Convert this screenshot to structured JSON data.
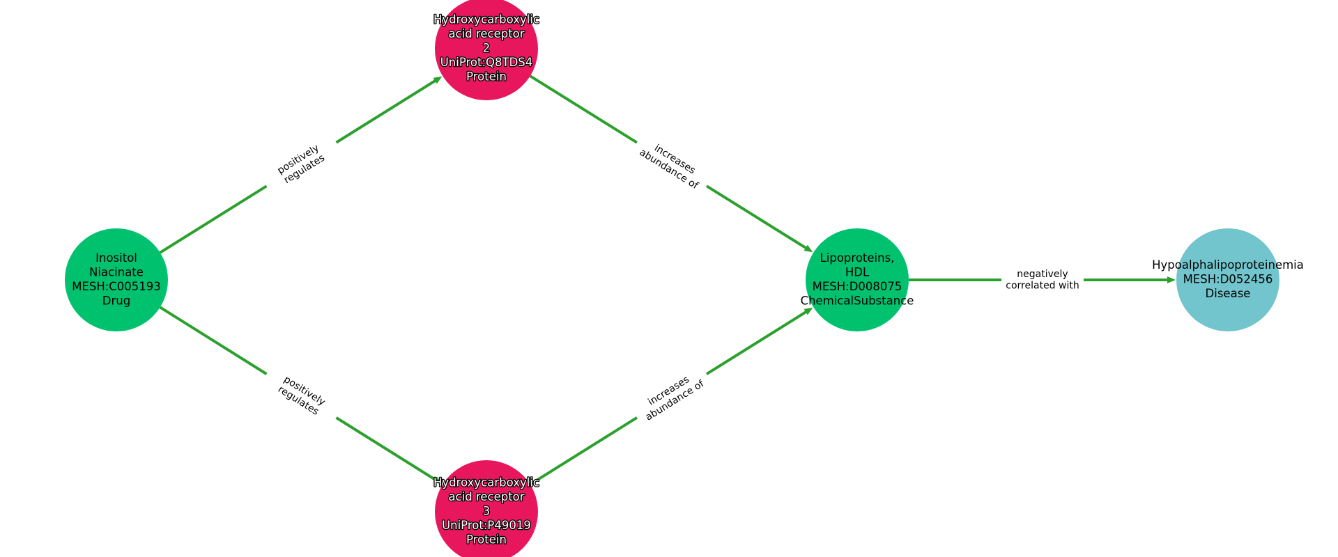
{
  "colors": {
    "drug": "#00c16e",
    "protein": "#e8175d",
    "chemical": "#00c16e",
    "disease": "#72c5cc",
    "edge": "#2ca02c"
  },
  "nodes": [
    {
      "id": "inositol-niacinate",
      "lines": [
        "Inositol",
        "Niacinate",
        "MESH:C005193",
        "Drug"
      ],
      "category": "drug",
      "text_style": "on-light"
    },
    {
      "id": "hcar2",
      "lines": [
        "Hydroxycarboxylic",
        "acid receptor",
        "2",
        "UniProt:Q8TDS4",
        "Protein"
      ],
      "category": "protein",
      "text_style": "on-dark"
    },
    {
      "id": "hcar3",
      "lines": [
        "Hydroxycarboxylic",
        "acid receptor",
        "3",
        "UniProt:P49019",
        "Protein"
      ],
      "category": "protein",
      "text_style": "on-dark"
    },
    {
      "id": "hdl",
      "lines": [
        "Lipoproteins,",
        "HDL",
        "MESH:D008075",
        "ChemicalSubstance"
      ],
      "category": "chemical",
      "text_style": "on-light"
    },
    {
      "id": "hypoalpha",
      "lines": [
        "Hypoalphalipoproteinemia",
        "MESH:D052456",
        "Disease"
      ],
      "category": "disease",
      "text_style": "on-light"
    }
  ],
  "edges": [
    {
      "source": "inositol-niacinate",
      "target": "hcar2",
      "label_lines": [
        "positively",
        "regulates"
      ]
    },
    {
      "source": "inositol-niacinate",
      "target": "hcar3",
      "label_lines": [
        "positively",
        "regulates"
      ]
    },
    {
      "source": "hcar2",
      "target": "hdl",
      "label_lines": [
        "increases",
        "abundance of"
      ]
    },
    {
      "source": "hcar3",
      "target": "hdl",
      "label_lines": [
        "increases",
        "abundance of"
      ]
    },
    {
      "source": "hdl",
      "target": "hypoalpha",
      "label_lines": [
        "negatively",
        "correlated with"
      ]
    }
  ]
}
